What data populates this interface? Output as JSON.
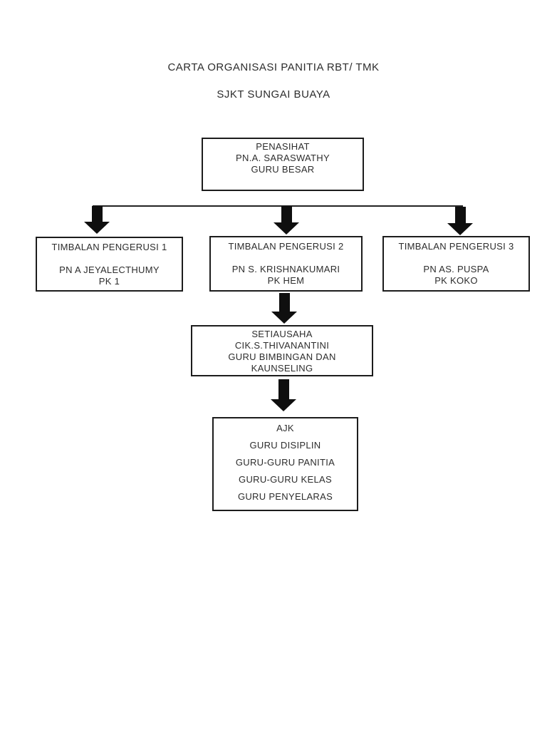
{
  "page": {
    "title_line1": "CARTA ORGANISASI PANITIA RBT/ TMK",
    "title_line2": "SJKT SUNGAI BUAYA"
  },
  "org_chart": {
    "nodes": [
      {
        "id": "penasihat",
        "lines": [
          "PENASIHAT",
          "PN.A. SARASWATHY",
          "GURU BESAR"
        ]
      },
      {
        "id": "timbalan1",
        "lines": [
          "TIMBALAN PENGERUSI 1",
          "",
          "PN A JEYALECTHUMY",
          "PK 1"
        ]
      },
      {
        "id": "timbalan2",
        "lines": [
          "TIMBALAN PENGERUSI 2",
          "",
          "PN S. KRISHNAKUMARI",
          "PK HEM"
        ]
      },
      {
        "id": "timbalan3",
        "lines": [
          "TIMBALAN PENGERUSI 3",
          "",
          "PN AS. PUSPA",
          "PK KOKO"
        ]
      },
      {
        "id": "setiausaha",
        "lines": [
          "SETIAUSAHA",
          "CIK.S.THIVANANTINI",
          "GURU BIMBINGAN DAN",
          "KAUNSELING"
        ]
      },
      {
        "id": "ajk",
        "lines": [
          "AJK",
          "GURU DISIPLIN",
          "GURU-GURU PANITIA",
          "GURU-GURU KELAS",
          "GURU PENYELARAS"
        ]
      }
    ],
    "edges": [
      {
        "from": "penasihat",
        "to": "timbalan1"
      },
      {
        "from": "penasihat",
        "to": "timbalan2"
      },
      {
        "from": "penasihat",
        "to": "timbalan3"
      },
      {
        "from": "timbalan2",
        "to": "setiausaha"
      },
      {
        "from": "setiausaha",
        "to": "ajk"
      }
    ],
    "icons": {
      "connector": "block-down-arrow"
    }
  },
  "colors": {
    "background": "#ffffff",
    "text": "#2d2d2d",
    "box_border": "#1c1c1c",
    "arrow": "#0f0f0f"
  }
}
